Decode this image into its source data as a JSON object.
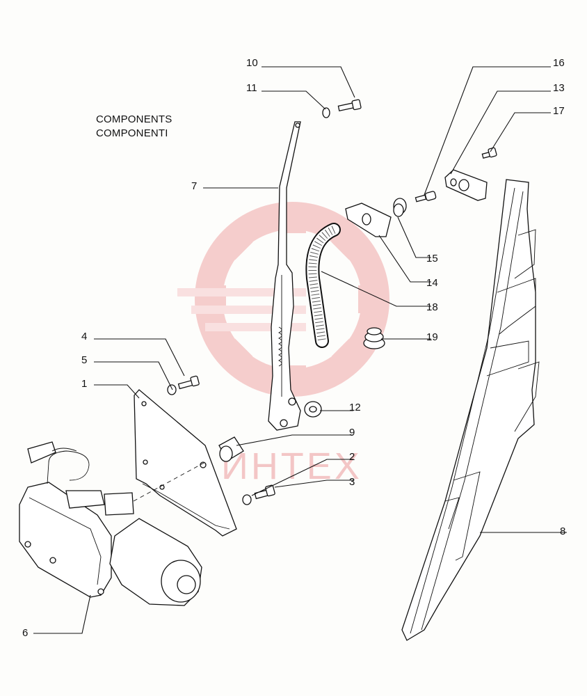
{
  "heading": {
    "line1": "COMPONENTS",
    "line2": "COMPONENTI"
  },
  "watermark": {
    "text": "ИНТЕХ",
    "color": "#f3c6c6"
  },
  "callouts": [
    {
      "id": "c1",
      "label": "1"
    },
    {
      "id": "c2",
      "label": "2"
    },
    {
      "id": "c3",
      "label": "3"
    },
    {
      "id": "c4",
      "label": "4"
    },
    {
      "id": "c5",
      "label": "5"
    },
    {
      "id": "c6",
      "label": "6"
    },
    {
      "id": "c7",
      "label": "7"
    },
    {
      "id": "c8",
      "label": "8"
    },
    {
      "id": "c9",
      "label": "9"
    },
    {
      "id": "c10",
      "label": "10"
    },
    {
      "id": "c11",
      "label": "11"
    },
    {
      "id": "c12",
      "label": "12"
    },
    {
      "id": "c13",
      "label": "13"
    },
    {
      "id": "c14",
      "label": "14"
    },
    {
      "id": "c15",
      "label": "15"
    },
    {
      "id": "c16",
      "label": "16"
    },
    {
      "id": "c17",
      "label": "17"
    },
    {
      "id": "c18",
      "label": "18"
    },
    {
      "id": "c19",
      "label": "19"
    }
  ]
}
